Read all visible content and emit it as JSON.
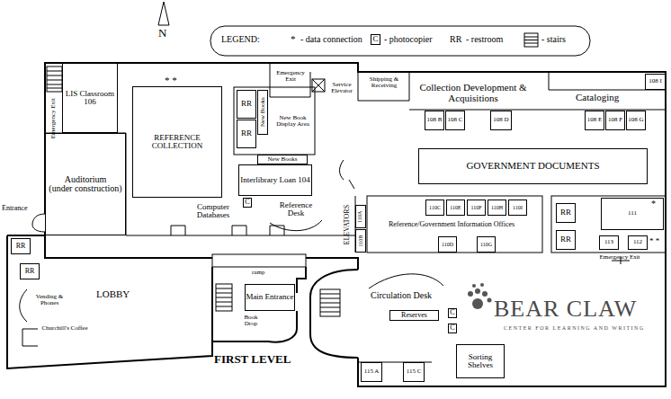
{
  "diagram": {
    "nodes": [
      {
        "text": [
          "LIS Classroom 106"
        ]
      },
      {
        "text": [
          "REFERENCE COLLECTION"
        ]
      },
      {
        "text": [
          "RR"
        ]
      },
      {
        "text": [
          "RR"
        ]
      },
      {
        "text": [
          "New Books"
        ]
      },
      {
        "text": [
          "Auditorium",
          "(under construction)"
        ]
      },
      {
        "text": [
          "New Books"
        ]
      },
      {
        "text": [
          "Interlibrary Loan 104"
        ]
      },
      {
        "text": [
          "108 B"
        ]
      },
      {
        "text": [
          "108 C"
        ]
      },
      {
        "text": [
          "108 D"
        ]
      },
      {
        "text": [
          "108 E"
        ]
      },
      {
        "text": [
          "108 F"
        ]
      },
      {
        "text": [
          "108 G"
        ]
      },
      {
        "text": [
          "108 I"
        ]
      },
      {
        "text": [
          "GOVERNMENT DOCUMENTS"
        ]
      },
      {
        "text": [
          "110A"
        ]
      },
      {
        "text": [
          "110B"
        ]
      },
      {
        "text": [
          "110C"
        ]
      },
      {
        "text": [
          "110E"
        ]
      },
      {
        "text": [
          "110F"
        ]
      },
      {
        "text": [
          "110H"
        ]
      },
      {
        "text": [
          "110I"
        ]
      },
      {
        "text": [
          "110D"
        ]
      },
      {
        "text": [
          "110G"
        ]
      },
      {
        "text": [
          "RR"
        ]
      },
      {
        "text": [
          "RR"
        ]
      },
      {
        "text": [
          "111"
        ]
      },
      {
        "text": [
          "113"
        ]
      },
      {
        "text": [
          "112"
        ]
      },
      {
        "text": [
          "RR"
        ]
      },
      {
        "text": [
          "RR"
        ]
      },
      {
        "text": [
          "Main Entrance"
        ]
      },
      {
        "text": [
          "Reserves"
        ]
      },
      {
        "text": [
          "Sorting Shelves"
        ]
      },
      {
        "text": [
          "115 A"
        ]
      },
      {
        "text": [
          "115 C"
        ]
      }
    ],
    "labels": [
      "N",
      "LEGEND:",
      "*",
      "C",
      "RR",
      "* *",
      "Emergency Exit",
      "New Book Display Area",
      "Emergency Exit",
      "Service Elevator",
      "Shipping & Receiving",
      "Collection Development & Acquisitions",
      "Cataloging",
      "C",
      "Reference Desk",
      "Computer Databases",
      "ELEVATORS",
      "Reference/Government Information Offices",
      "*",
      "* *",
      "Emergency Exit",
      "Entrance",
      "ramp",
      "LOBBY",
      "Vending & Phones",
      "Churchill's Coffee",
      "Book Drop",
      "Circulation Desk",
      "C",
      "C",
      "BEAR CLAW",
      "CENTER FOR LEARNING AND WRITING",
      "FIRST LEVEL"
    ],
    "legend": [
      {
        "text": "- data connection"
      },
      {
        "text": "- photocopier"
      },
      {
        "text": "- restroom"
      },
      {
        "text": "- stairs"
      }
    ]
  }
}
